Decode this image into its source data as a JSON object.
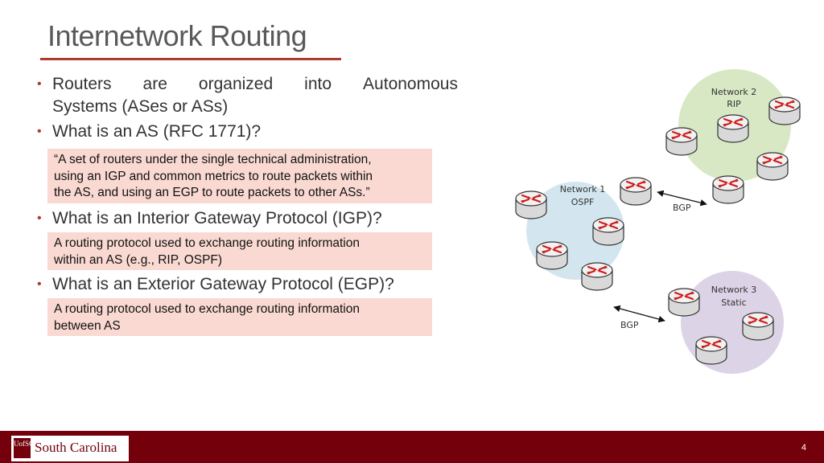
{
  "title": "Internetwork Routing",
  "bullets": [
    {
      "words": [
        "Routers",
        "are",
        "organized",
        "into",
        "Autonomous"
      ],
      "line2": "Systems (ASes or ASs)"
    },
    {
      "text": "What is an AS (RFC 1771)?"
    },
    {
      "text": "What is an Interior Gateway Protocol (IGP)?"
    },
    {
      "text": "What is an Exterior Gateway Protocol (EGP)?"
    }
  ],
  "callouts": [
    {
      "lines": [
        "“A set of routers under the single technical administration,",
        "using an IGP and common metrics to route packets within",
        "the AS, and using an EGP to route packets to other ASs.”"
      ]
    },
    {
      "lines": [
        "A routing protocol used to exchange routing information",
        "within an AS (e.g., RIP, OSPF)"
      ]
    },
    {
      "lines": [
        "A routing protocol used to exchange routing information",
        "between AS"
      ]
    }
  ],
  "diagram": {
    "networks": [
      {
        "name": "Network 2",
        "protocol": "RIP",
        "color": "#d8e8c4"
      },
      {
        "name": "Network 1",
        "protocol": "OSPF",
        "color": "#d3e6ef"
      },
      {
        "name": "Network 3",
        "protocol": "Static",
        "color": "#dcd3e6"
      }
    ],
    "links": [
      {
        "label": "BGP"
      },
      {
        "label": "BGP"
      }
    ],
    "router_icon": "router-icon"
  },
  "footer": {
    "logo_text": "South Carolina",
    "logo_seal": "UofSC",
    "page_number": "4",
    "color": "#73000a"
  }
}
